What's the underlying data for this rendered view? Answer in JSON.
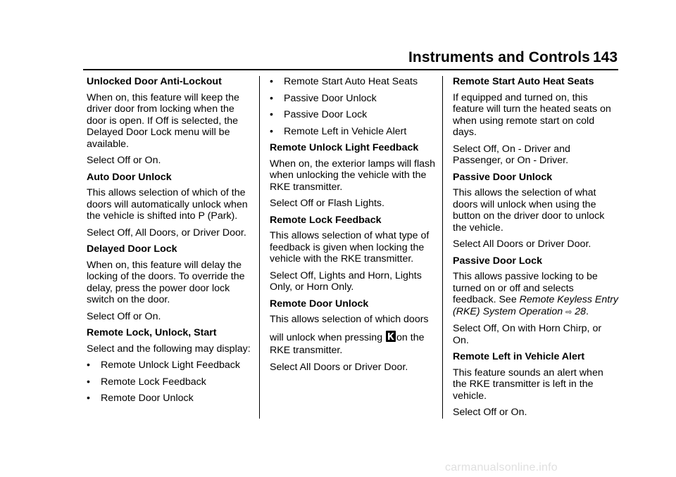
{
  "header": {
    "title": "Instruments and Controls",
    "page_number": "143"
  },
  "col1": {
    "h_unlocked": "Unlocked Door Anti-Lockout",
    "p_unlocked": "When on, this feature will keep the driver door from locking when the door is open. If Off is selected, the Delayed Door Lock menu will be available.",
    "p_unlocked_select": "Select Off or On.",
    "h_auto": "Auto Door Unlock",
    "p_auto": "This allows selection of which of the doors will automatically unlock when the vehicle is shifted into P (Park).",
    "p_auto_select": "Select Off, All Doors, or Driver Door.",
    "h_delayed": "Delayed Door Lock",
    "p_delayed": "When on, this feature will delay the locking of the doors. To override the delay, press the power door lock switch on the door.",
    "p_delayed_select": "Select Off or On.",
    "h_remote": "Remote Lock, Unlock, Start",
    "p_remote": "Select and the following may display:",
    "bullets": [
      "Remote Unlock Light Feedback",
      "Remote Lock Feedback",
      "Remote Door Unlock"
    ]
  },
  "col2": {
    "bullets": [
      "Remote Start Auto Heat Seats",
      "Passive Door Unlock",
      "Passive Door Lock",
      "Remote Left in Vehicle Alert"
    ],
    "h_light": "Remote Unlock Light Feedback",
    "p_light": "When on, the exterior lamps will flash when unlocking the vehicle with the RKE transmitter.",
    "p_light_select": "Select Off or Flash Lights.",
    "h_lockfb": "Remote Lock Feedback",
    "p_lockfb": "This allows selection of what type of feedback is given when locking the vehicle with the RKE transmitter.",
    "p_lockfb_select": "Select Off, Lights and Horn, Lights Only, or Horn Only.",
    "h_door": "Remote Door Unlock",
    "p_door_line1": "This allows selection of which doors",
    "p_door_pre": "will unlock when pressing",
    "p_door_post": "on the",
    "p_door_end": "RKE transmitter.",
    "p_door_select": "Select All Doors or Driver Door."
  },
  "col3": {
    "h_heat": "Remote Start Auto Heat Seats",
    "p_heat": "If equipped and turned on, this feature will turn the heated seats on when using remote start on cold days.",
    "p_heat_select": "Select Off, On - Driver and Passenger, or On - Driver.",
    "h_punlock": "Passive Door Unlock",
    "p_punlock": "This allows the selection of what doors will unlock when using the button on the driver door to unlock the vehicle.",
    "p_punlock_select": "Select All Doors or Driver Door.",
    "h_plock": "Passive Door Lock",
    "p_plock_pre": "This allows passive locking to be turned on or off and selects feedback. See",
    "p_plock_ref": "Remote Keyless Entry (RKE) System Operation",
    "p_plock_arrow": "⇨",
    "p_plock_page": "28",
    "p_plock_end": ".",
    "p_plock_select": "Select Off, On with Horn Chirp, or On.",
    "h_alert": "Remote Left in Vehicle Alert",
    "p_alert": "This feature sounds an alert when the RKE transmitter is left in the vehicle.",
    "p_alert_select": "Select Off or On."
  },
  "bullet_glyph": "•",
  "footer": {
    "watermark": "carmanualsonline.info"
  }
}
